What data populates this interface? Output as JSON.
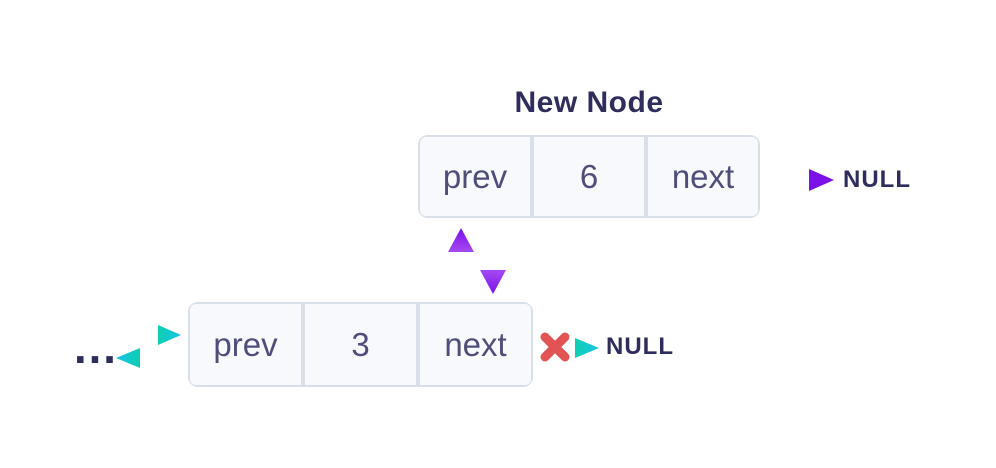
{
  "title": "New Node",
  "new_node": {
    "cells": {
      "prev": "prev",
      "value": "6",
      "next": "next"
    },
    "null_label": "NULL"
  },
  "existing_node": {
    "cells": {
      "prev": "prev",
      "value": "3",
      "next": "next"
    },
    "null_label": "NULL"
  },
  "list_ellipsis": "…",
  "colors": {
    "pointer_purple_light": "#a44af3",
    "pointer_purple_dark": "#7c10e8",
    "pointer_cyan_teal": "#0dcfb0",
    "pointer_cyan_blue": "#19c2e8",
    "cross_red": "#e25353",
    "heading_text": "#2e2d5b",
    "cell_text": "#4f4e7b",
    "node_border": "#d9dfe9",
    "node_background": "#f8f9fd"
  }
}
